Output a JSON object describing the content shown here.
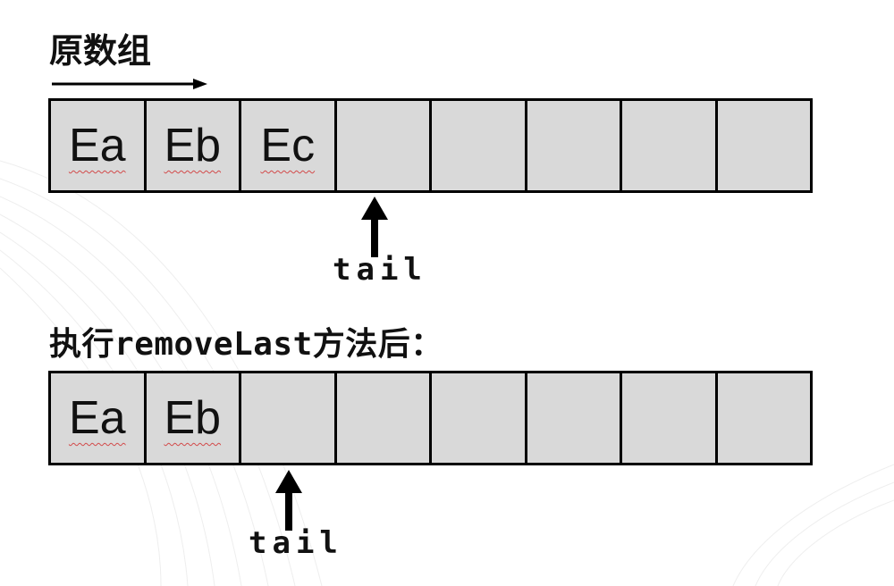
{
  "title_original": "原数组",
  "title_after_prefix": "执行",
  "title_after_method": "removeLast",
  "title_after_suffix": "方法后：",
  "original_cells": [
    "Ea",
    "Eb",
    "Ec",
    "",
    "",
    "",
    "",
    ""
  ],
  "after_cells": [
    "Ea",
    "Eb",
    "",
    "",
    "",
    "",
    "",
    ""
  ],
  "original_tail_label": "tail",
  "after_tail_label": "tail",
  "colors": {
    "cell_fill": "#d9d9d9",
    "border": "#000000",
    "text": "#111111"
  }
}
